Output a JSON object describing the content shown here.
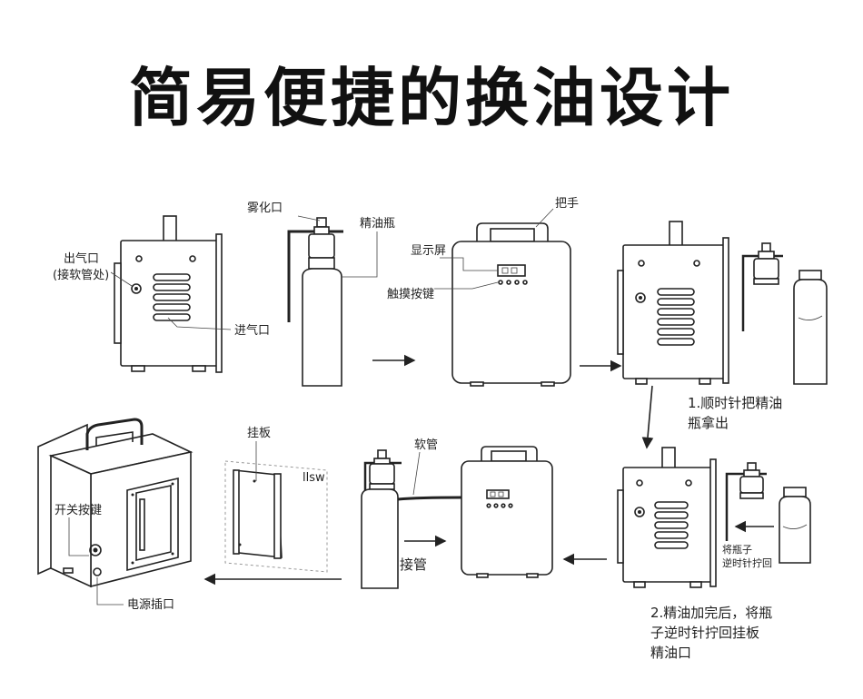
{
  "title": "简易便捷的换油设计",
  "labels": {
    "outlet": "出气口",
    "outlet_note": "(接软管处)",
    "inlet": "进气口",
    "atomizer_port": "雾化口",
    "oil_bottle": "精油瓶",
    "handle": "把手",
    "display": "显示屏",
    "touch_keys": "触摸按键",
    "hang_plate": "挂板",
    "wall_mark": "llsw",
    "hose": "软管",
    "connect_pipe": "接管",
    "power_switch": "开关按键",
    "power_socket": "电源插口",
    "twist_back": "将瓶子",
    "twist_back_2": "逆时针拧回"
  },
  "steps": {
    "step1_line1": "1.顺时针把精油",
    "step1_line2": "瓶拿出",
    "step2_line1": "2.精油加完后，将瓶",
    "step2_line2": "子逆时针拧回挂板",
    "step2_line3": "精油口"
  }
}
